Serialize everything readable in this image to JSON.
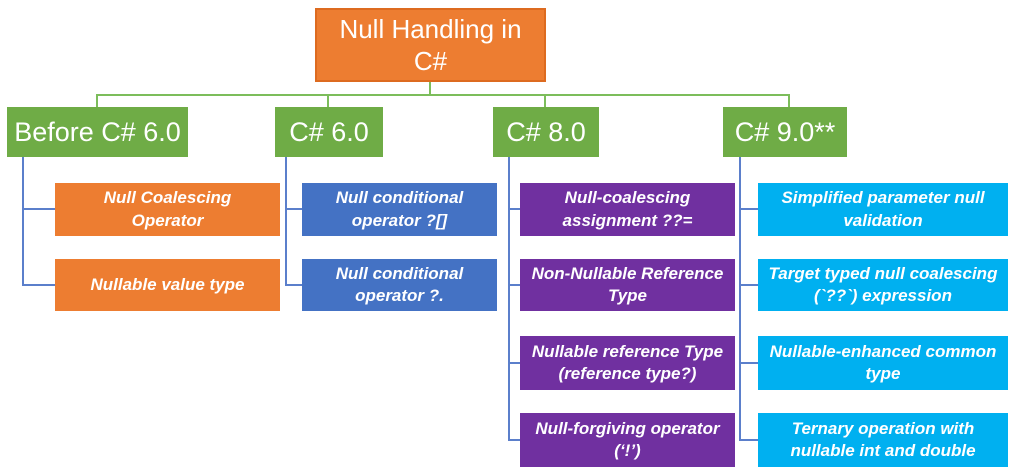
{
  "title": "Null Handling in C#",
  "diagram_type": "hierarchy-tree",
  "colors": {
    "orange": "#ED7D31",
    "orange-border": "#DD6B20",
    "green": "#6FAC46",
    "blue": "#4472C4",
    "purple": "#7030A0",
    "cyan": "#00B0F0",
    "connector-green": "#7CBD5B",
    "connector-blue": "#5B7FCB",
    "text": "#FFFFFF"
  },
  "root": {
    "label": "Null Handling in C#"
  },
  "columns": [
    {
      "header": "Before C# 6.0",
      "items": [
        {
          "label": "Null Coalescing Operator"
        },
        {
          "label": "Nullable value type"
        }
      ]
    },
    {
      "header": "C# 6.0",
      "items": [
        {
          "label": "Null conditional operator ?[]"
        },
        {
          "label": "Null conditional operator ?."
        }
      ]
    },
    {
      "header": "C# 8.0",
      "items": [
        {
          "label": "Null-coalescing assignment ??="
        },
        {
          "label": "Non-Nullable Reference Type"
        },
        {
          "label": "Nullable reference Type (reference type?)"
        },
        {
          "label": "Null-forgiving operator (‘!’)"
        }
      ]
    },
    {
      "header": "C# 9.0**",
      "items": [
        {
          "label": "Simplified parameter null validation"
        },
        {
          "label": "Target typed null coalescing (`??`) expression"
        },
        {
          "label": "Nullable-enhanced common type"
        },
        {
          "label": "Ternary operation with nullable int and double"
        }
      ]
    }
  ]
}
